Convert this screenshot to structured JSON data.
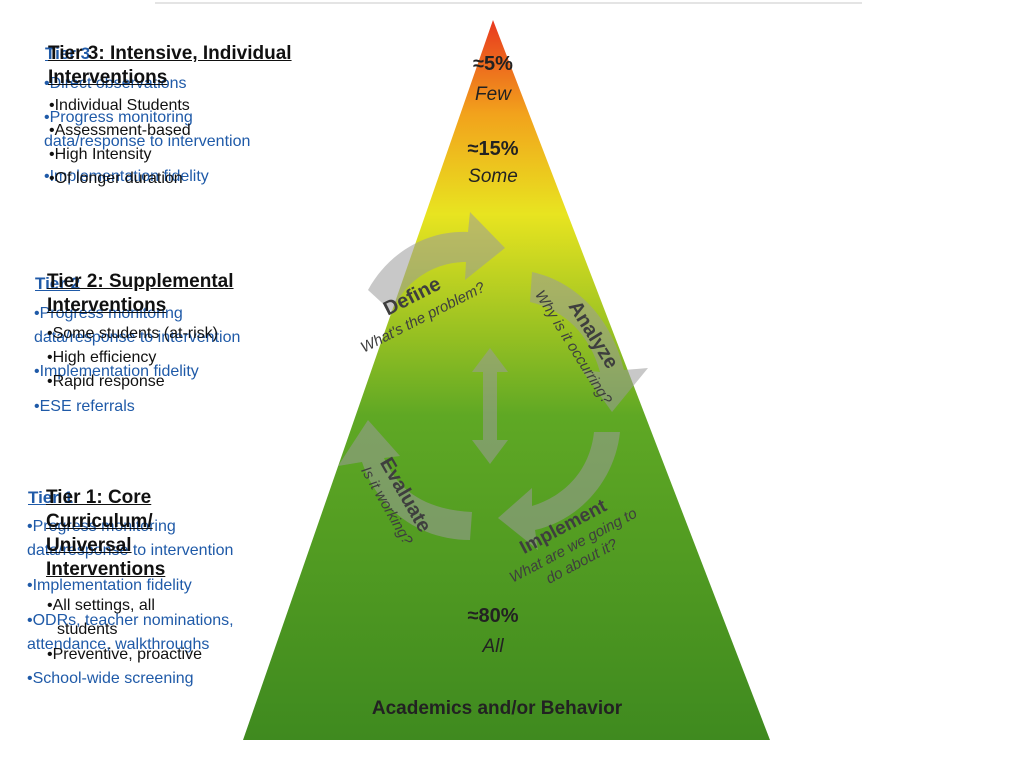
{
  "pyramid": {
    "tier3_pct": "≈5%",
    "tier3_sub": "Few",
    "tier2_pct": "≈15%",
    "tier2_sub": "Some",
    "tier1_pct": "≈80%",
    "tier1_sub": "All",
    "base_label": "Academics and/or Behavior",
    "colors": {
      "top": "#e8381f",
      "orange": "#f2a21c",
      "yellow": "#e8e420",
      "green": "#5fa824",
      "dark_green": "#3f8a1f"
    }
  },
  "cycle": {
    "define": "Define",
    "define_q": "What's the problem?",
    "analyze": "Analyze",
    "analyze_q": "Why is it occurring?",
    "implement": "Implement",
    "implement_q1": "What are we going to",
    "implement_q2": "do about it?",
    "evaluate": "Evaluate",
    "evaluate_q": "Is it working?"
  },
  "tier3": {
    "blue_title": "Tier 3",
    "blue_items": [
      "•Direct observations",
      "•Progress monitoring",
      "data/response to intervention",
      "•Implementation fidelity"
    ],
    "black_title_line1": "Tier 3: Intensive, Individual",
    "black_title_line2": "Interventions",
    "black_items": [
      "•Individual Students",
      "•Assessment-based",
      "•High Intensity",
      "•Of longer duration"
    ]
  },
  "tier2": {
    "blue_title": "Tier 2",
    "blue_items": [
      "•Progress monitoring",
      "data/response to intervention",
      "•Implementation fidelity",
      "•ESE referrals"
    ],
    "black_title_line1": "Tier 2: Supplemental",
    "black_title_line2": "Interventions",
    "black_items": [
      "•Some students (at-risk)",
      "•High efficiency",
      "•Rapid response"
    ]
  },
  "tier1": {
    "blue_title": "Tier 1",
    "blue_items": [
      "•Progress monitoring",
      "data/response to intervention",
      "•Implementation fidelity",
      "•ODRs, teacher nominations,",
      "attendance, walkthroughs",
      "•School-wide screening"
    ],
    "black_title_line1": "Tier 1: Core",
    "black_title_line2": "Curriculum/",
    "black_title_line3": "Universal",
    "black_title_line4": "Interventions",
    "black_items": [
      "•All settings, all",
      "students",
      "•Preventive,  proactive"
    ]
  }
}
